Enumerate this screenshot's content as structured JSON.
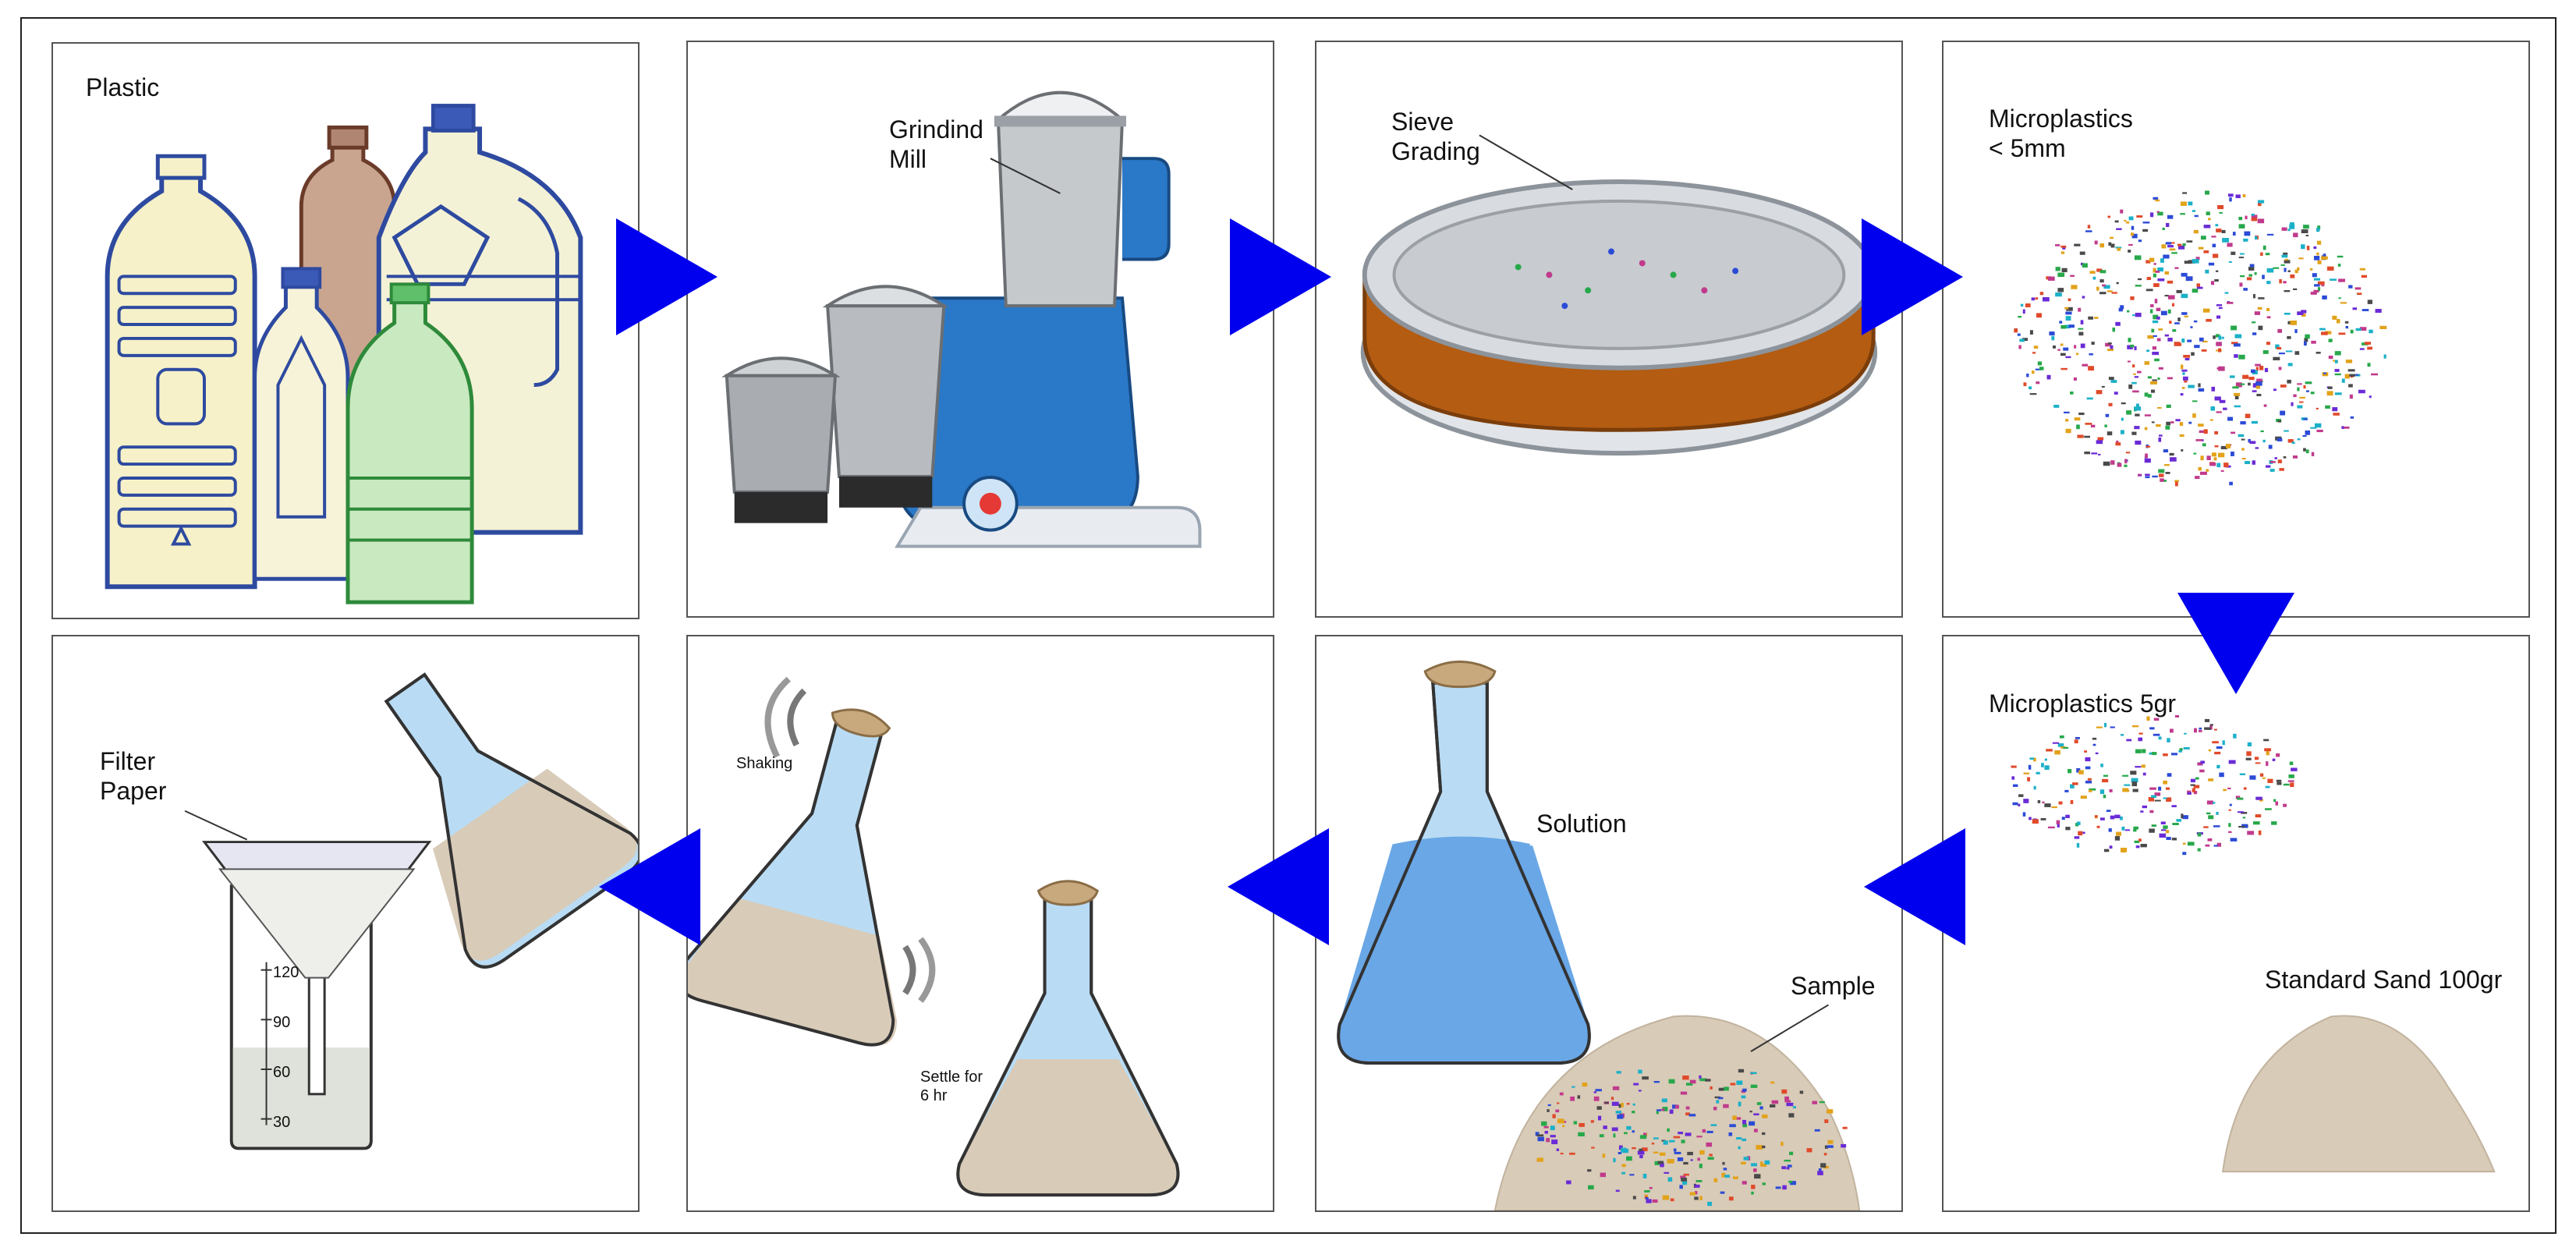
{
  "panels": {
    "plastic": {
      "label": "Plastic"
    },
    "grinding": {
      "label_line1": "Grindind",
      "label_line2": "Mill"
    },
    "sieve": {
      "label_line1": "Sieve",
      "label_line2": "Grading"
    },
    "microplastics": {
      "label_line1": "Microplastics",
      "label_line2": "< 5mm"
    },
    "weighing": {
      "micro_label": "Microplastics 5gr",
      "sand_label": "Standard Sand 100gr"
    },
    "mixing": {
      "solution_label": "Solution",
      "sample_label": "Sample"
    },
    "shaking": {
      "shaking_label": "Shaking",
      "settle_line1": "Settle for",
      "settle_line2": "6 hr"
    },
    "filtering": {
      "label_line1": "Filter",
      "label_line2": "Paper",
      "scale": [
        "120",
        "90",
        "60",
        "30"
      ]
    }
  },
  "colors": {
    "arrow": "#0000ee",
    "panel_border": "#555555",
    "sand": "#d8cbb8",
    "liquid": "#6aa7e6",
    "flask_glass": "#b9dcf4",
    "mixer_blue": "#2a78c8",
    "sieve_brown": "#b35c12"
  }
}
